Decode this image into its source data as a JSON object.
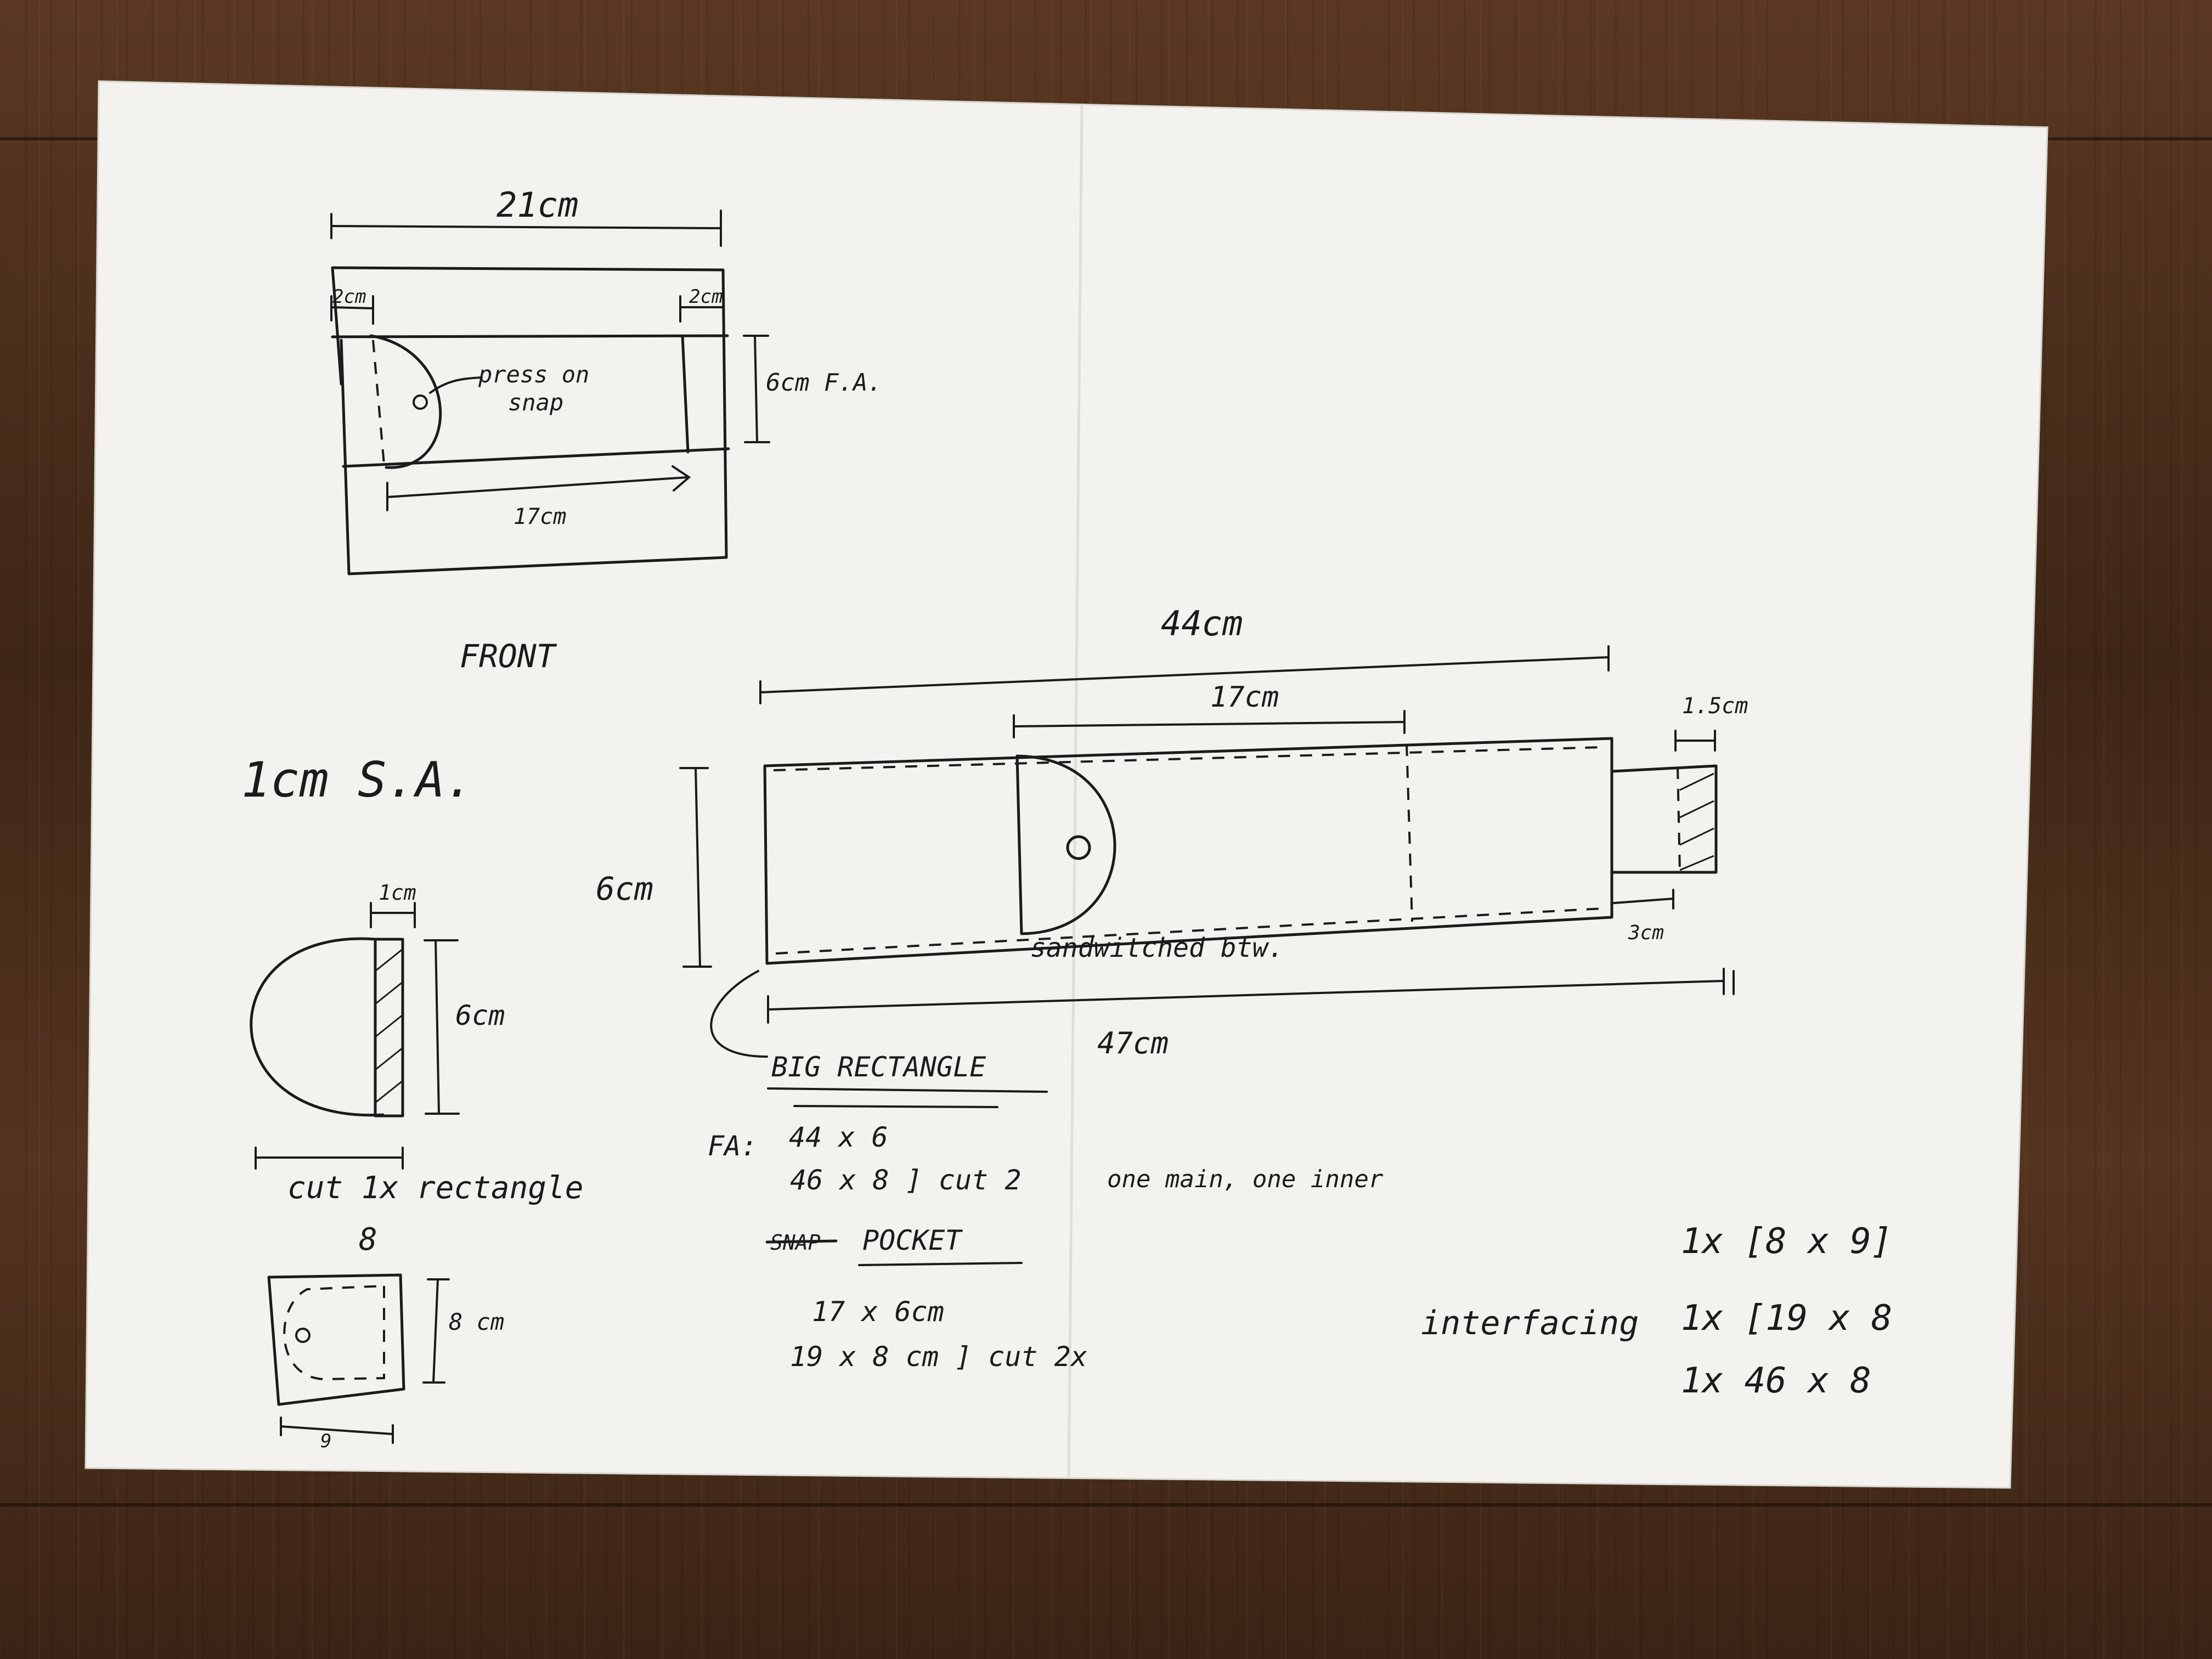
{
  "front_view": {
    "width_label": "21cm",
    "left_margin_label": "2cm",
    "right_margin_label": "2cm",
    "snap_note_line1": "press on",
    "snap_note_line2": "snap",
    "height_label": "6cm F.A.",
    "inner_length_label": "17cm",
    "caption": "FRONT"
  },
  "seam_allowance": "1cm S.A.",
  "tab_piece": {
    "tab_width_label": "1cm",
    "height_label": "6cm",
    "cut_note": "cut 1x rectangle",
    "width_label": "8"
  },
  "pocket_piece": {
    "height_label": "8 cm",
    "width_label": "9"
  },
  "big_rectangle": {
    "top_length_label": "44cm",
    "pocket_length_label": "17cm",
    "extension_label": "1.5cm",
    "height_label": "6cm",
    "sandwich_note": "sandwitched btw.",
    "extension_bottom_label": "3cm",
    "total_length_label": "47cm",
    "callout": "BIG RECTANGLE"
  },
  "cut_list": {
    "fa_prefix": "FA:",
    "fa_line1": "44 x 6",
    "fa_line2": "46 x 8 ] cut 2",
    "fa_note": "one main, one inner",
    "pocket_crossed": "SNAP",
    "pocket_title": "POCKET",
    "pocket_line1": "17 x 6cm",
    "pocket_line2": "19 x 8 cm ] cut 2x"
  },
  "interfacing": {
    "label": "interfacing",
    "item1": "1x [8 x 9]",
    "item2": "1x [19 x 8",
    "item3": "1x 46 x 8"
  }
}
